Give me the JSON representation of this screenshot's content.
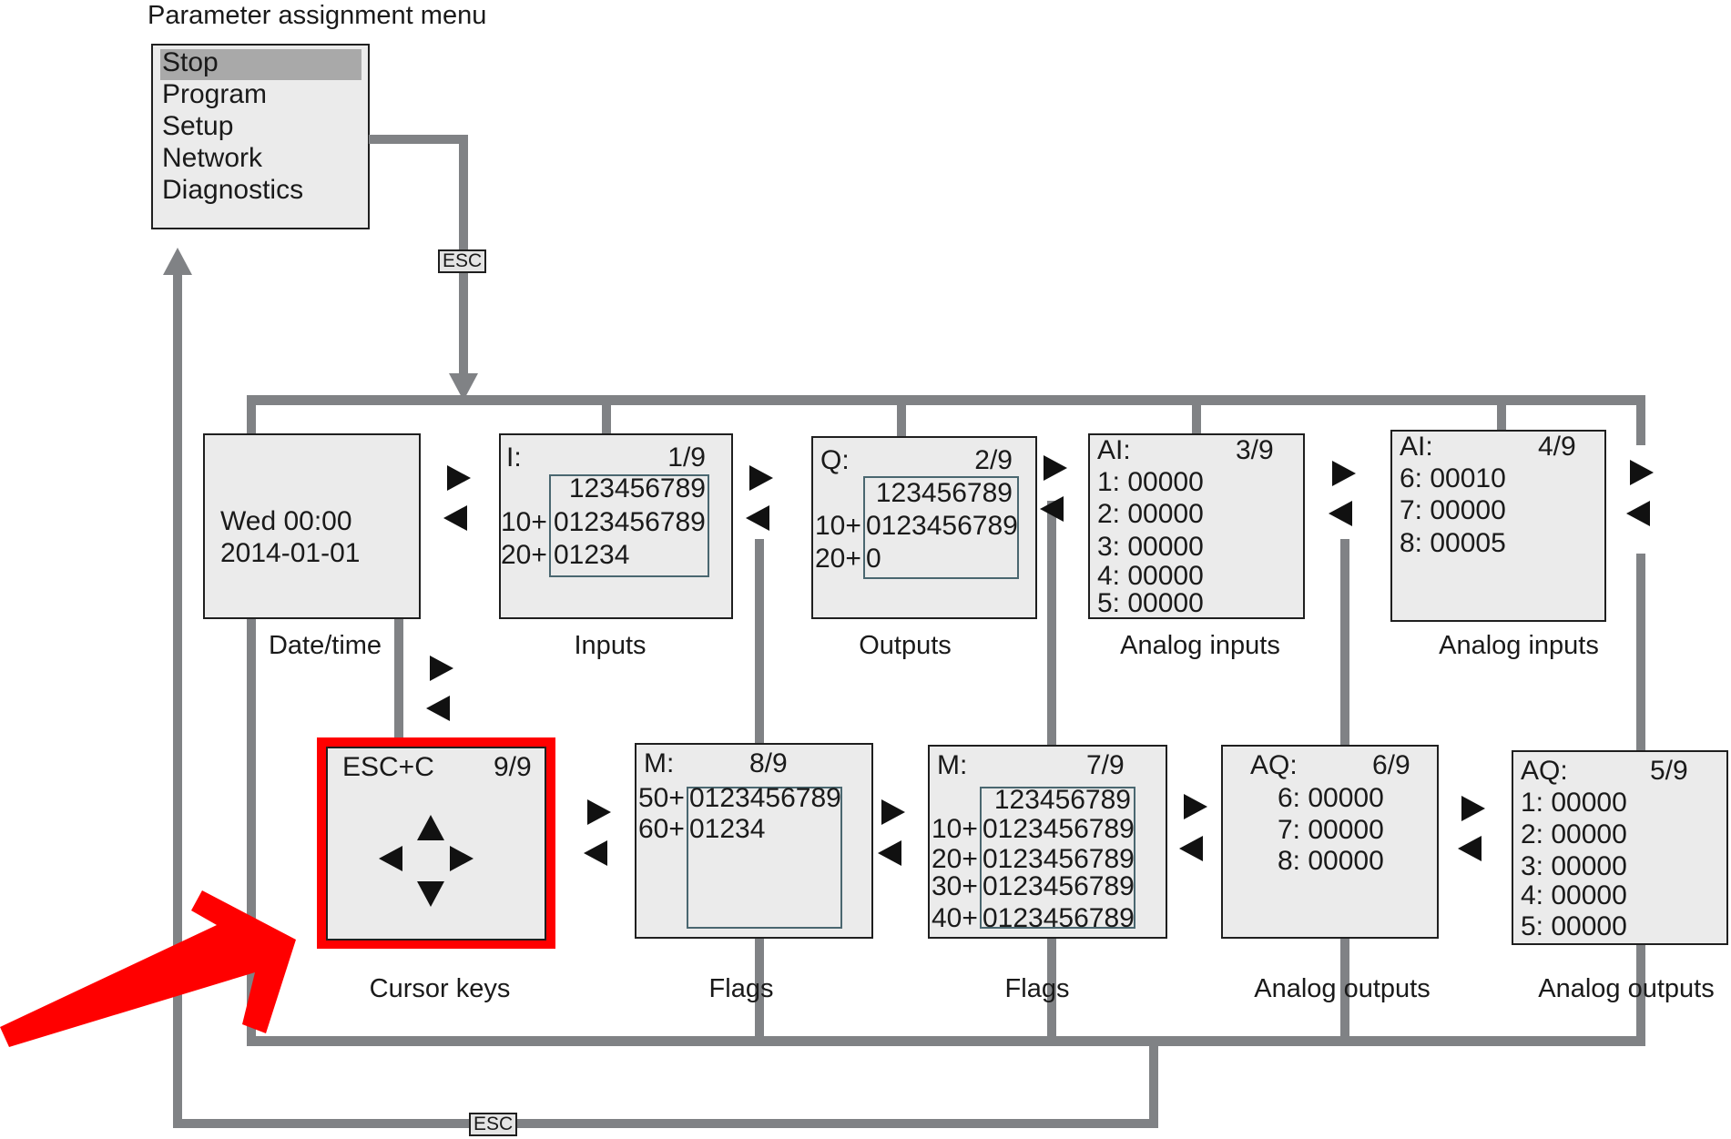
{
  "title": "Parameter assignment menu",
  "menu": {
    "items": [
      {
        "label": "Stop",
        "selected": true
      },
      {
        "label": "Program",
        "selected": false
      },
      {
        "label": "Setup",
        "selected": false
      },
      {
        "label": "Network",
        "selected": false
      },
      {
        "label": "Diagnostics",
        "selected": false
      }
    ]
  },
  "esc_labels": {
    "top": "ESC",
    "bottom": "ESC"
  },
  "colors": {
    "connector": "#808285",
    "screen_bg": "#ebebeb",
    "highlight": "#ff0000"
  },
  "screens": {
    "datetime": {
      "lines": [
        "Wed 00:00",
        "2014-01-01"
      ],
      "caption": "Date/time"
    },
    "inputs": {
      "prefix": "I:",
      "page": "1/9",
      "header": "123456789",
      "rows": [
        {
          "label": "10+",
          "value": "0123456789"
        },
        {
          "label": "20+",
          "value": "01234"
        }
      ],
      "caption": "Inputs"
    },
    "outputs": {
      "prefix": "Q:",
      "page": "2/9",
      "header": "123456789",
      "rows": [
        {
          "label": "10+",
          "value": "0123456789"
        },
        {
          "label": "20+",
          "value": "0"
        }
      ],
      "caption": "Outputs"
    },
    "analog_inputs_1": {
      "prefix": "AI:",
      "page": "3/9",
      "rows": [
        "1: 00000",
        "2: 00000",
        "3: 00000",
        "4: 00000",
        "5: 00000"
      ],
      "caption": "Analog inputs"
    },
    "analog_inputs_2": {
      "prefix": "AI:",
      "page": "4/9",
      "rows": [
        "6: 00010",
        "7: 00000",
        "8: 00005"
      ],
      "caption": "Analog inputs"
    },
    "analog_outputs_1": {
      "prefix": "AQ:",
      "page": "5/9",
      "rows": [
        "1: 00000",
        "2: 00000",
        "3: 00000",
        "4: 00000",
        "5: 00000"
      ],
      "caption": "Analog outputs"
    },
    "analog_outputs_2": {
      "prefix": "AQ:",
      "page": "6/9",
      "rows": [
        "6: 00000",
        "7: 00000",
        "8: 00000"
      ],
      "caption": "Analog outputs"
    },
    "flags_1": {
      "prefix": "M:",
      "page": "7/9",
      "header": "123456789",
      "rows": [
        {
          "label": "10+",
          "value": "0123456789"
        },
        {
          "label": "20+",
          "value": "0123456789"
        },
        {
          "label": "30+",
          "value": "0123456789"
        },
        {
          "label": "40+",
          "value": "0123456789"
        }
      ],
      "caption": "Flags"
    },
    "flags_2": {
      "prefix": "M:",
      "page": "8/9",
      "rows": [
        {
          "label": "50+",
          "value": "0123456789"
        },
        {
          "label": "60+",
          "value": "01234"
        }
      ],
      "caption": "Flags"
    },
    "cursor_keys": {
      "prefix": "ESC+C",
      "page": "9/9",
      "caption": "Cursor keys",
      "highlighted": true
    }
  }
}
